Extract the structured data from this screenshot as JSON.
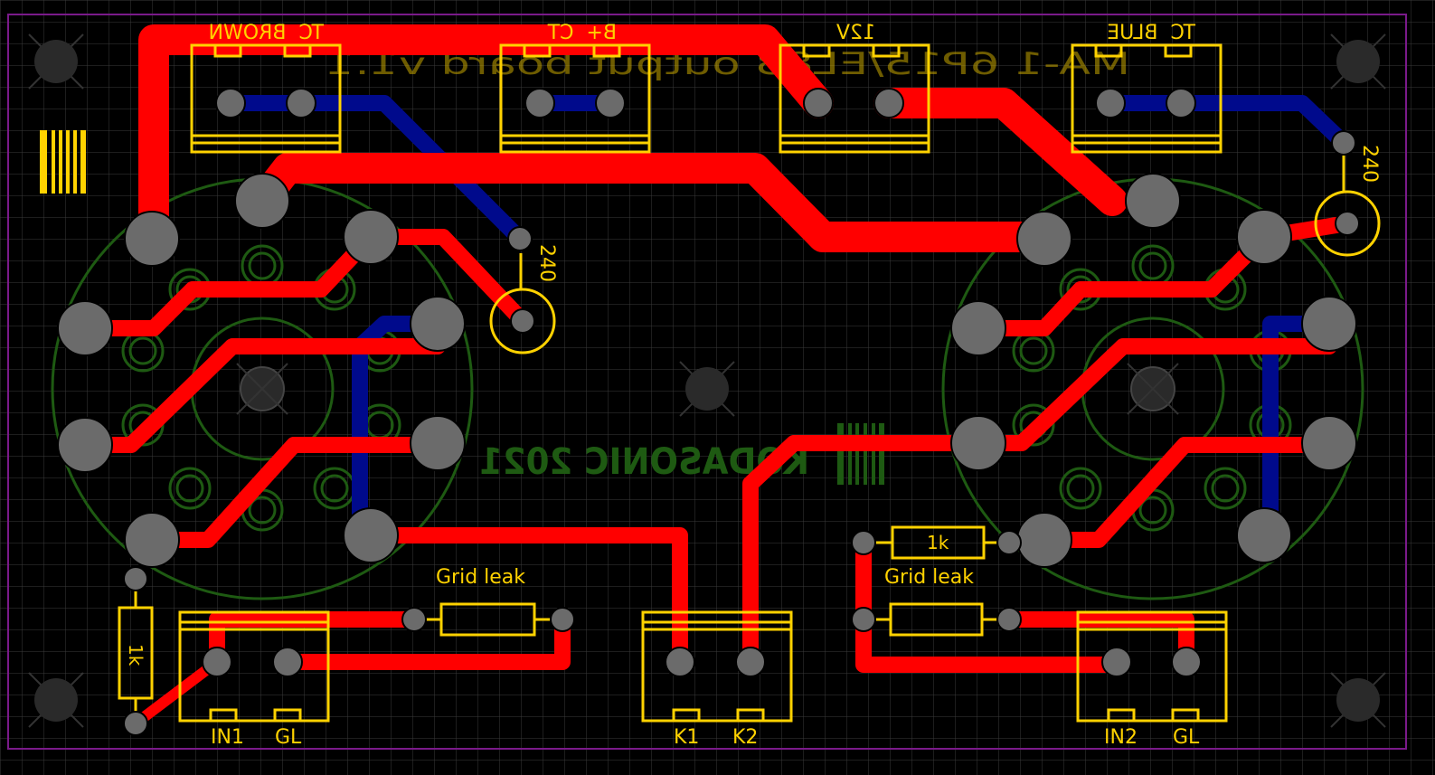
{
  "pcb": {
    "board_title": "MA-1 6P15/EL83 output board v1.1",
    "maker": "KODASONIC 2021",
    "colors": {
      "background": "#000000",
      "grid": "#3a3a3a",
      "outline": "#7a1a8a",
      "top_copper": "#ff0000",
      "bottom_copper": "#000a8c",
      "silkscreen": "#ffd200",
      "bottom_silk": "#1e5a12",
      "pad": "#6b6b6b",
      "hole": "#2a2a2a"
    },
    "connectors": {
      "tc_brown": "TC  BROWN",
      "b_plus_ct": "B+  CT",
      "v12": "12V",
      "tc_blue": "TC  BLUE",
      "in1": "IN1",
      "gl_left": "GL",
      "k1": "K1",
      "k2": "K2",
      "in2": "IN2",
      "gl_right": "GL"
    },
    "components": {
      "cap_left": "240",
      "cap_right": "240",
      "res_left_vertical": "1k",
      "res_right_top": "1k",
      "grid_leak_left": "Grid leak",
      "grid_leak_right": "Grid leak"
    },
    "icons": [
      "mounting-hole-icon",
      "fiducial-icon"
    ]
  }
}
